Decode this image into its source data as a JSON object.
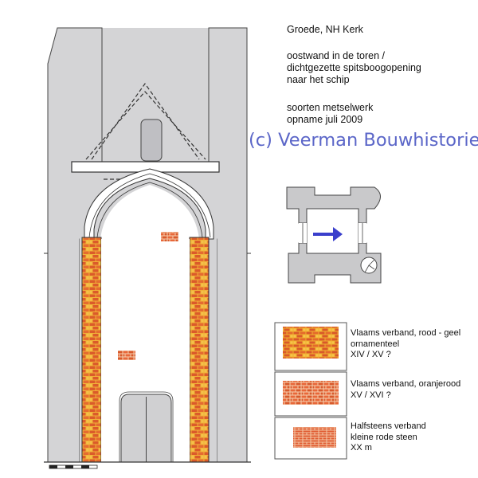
{
  "header": {
    "line1": "Groede, NH Kerk",
    "line2": "oostwand in de toren /",
    "line3": "dichtgezette spitsboogopening",
    "line4": "naar het schip",
    "line5": "soorten metselwerk",
    "line6": "opname juli 2009"
  },
  "watermark": "(c) Veerman Bouwhistorie",
  "legend": [
    {
      "line1": "Vlaams verband, rood - geel",
      "line2": "ornamenteel",
      "line3": "XIV / XV ?"
    },
    {
      "line1": "Vlaams verband, oranjerood",
      "line2": "XV / XVI ?"
    },
    {
      "line1": "Halfsteens verband",
      "line2": "kleine rode steen",
      "line3": "XX m"
    }
  ],
  "colors": {
    "wall": "#d4d4d6",
    "outline": "#333333",
    "brick_red": "#d9582a",
    "brick_yellow": "#f0b030",
    "brick_orange": "#e8683a",
    "arrow": "#3a3fcc",
    "watermark": "#5b66c8"
  }
}
